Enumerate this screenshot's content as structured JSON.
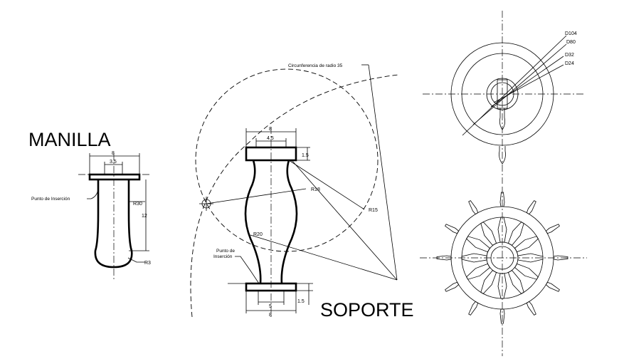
{
  "titles": {
    "manilla": "MANILLA",
    "soporte": "SOPORTE"
  },
  "manilla": {
    "insert_label": "Punto de Inserción",
    "dim_width": "8",
    "dim_inner": "3.5",
    "radius_large": "R30",
    "height": "12",
    "radius_small": "R3"
  },
  "soporte": {
    "circle_note": "Circunferencia de radio 35",
    "dim_top": "8",
    "dim_top_inner": "4.5",
    "dim_top_height": "1.5",
    "radius_r18": "R18",
    "radius_r15": "R15",
    "radius_r20": "R20",
    "insert_label_line1": "Punto de",
    "insert_label_line2": "Inserción",
    "dim_bottom_inner": "5",
    "dim_bottom": "8",
    "dim_bottom_height": "1.5"
  },
  "wheel_top": {
    "d104": "D104",
    "d80": "D80",
    "d32": "D32",
    "d24": "D24"
  }
}
